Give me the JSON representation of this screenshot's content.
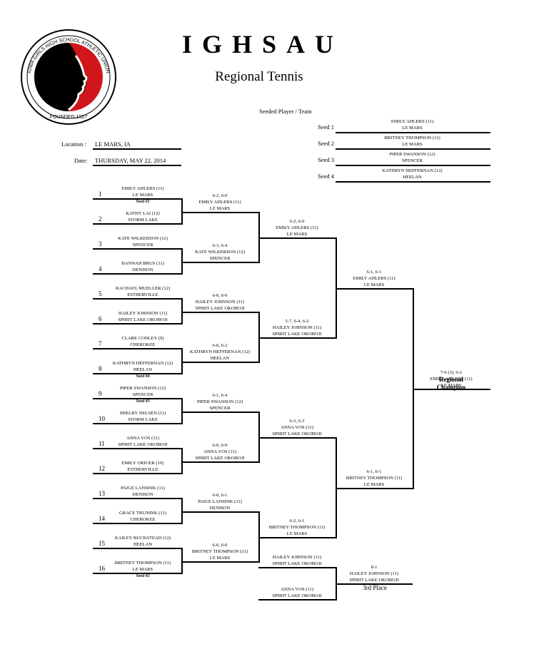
{
  "header": {
    "title": "IGHSAU",
    "subtitle": "Regional Tennis",
    "logo": {
      "ring_text": "IOWA GIRLS HIGH SCHOOL ATHLETIC UNION",
      "founded": "FOUNDED 1927"
    },
    "seeded_label": "Seeded Player / Team"
  },
  "info": {
    "location_label": "Location :",
    "location": "LE MARS, IA",
    "date_label": "Date:",
    "date": "THURSDAY, MAY 22, 2014"
  },
  "seeds": [
    {
      "label": "Seed 1",
      "name": "EMILY AHLERS (11)",
      "team": "LE MARS"
    },
    {
      "label": "Seed 2",
      "name": "BRITNEY THOMPSON (11)",
      "team": "LE MARS"
    },
    {
      "label": "Seed 3",
      "name": "PIPER SWANSON (12)",
      "team": "SPENCER"
    },
    {
      "label": "Seed 4",
      "name": "KATHRYN HEFFERNAN (12)",
      "team": "HEELAN"
    }
  ],
  "round1": [
    {
      "num": "1",
      "name": "EMILY AHLERS (11)",
      "team": "LE MARS",
      "seed": "Seed #1"
    },
    {
      "num": "2",
      "name": "KATHY LAI (12)",
      "team": "STORM LAKE"
    },
    {
      "num": "3",
      "name": "KATE WILKERSON (12)",
      "team": "SPENCER"
    },
    {
      "num": "4",
      "name": "HANNAH BRUS (11)",
      "team": "DENISON"
    },
    {
      "num": "5",
      "name": "RACHAEL MUELLER (12)",
      "team": "ESTHERVILLE"
    },
    {
      "num": "6",
      "name": "HAILEY JOHNSON (11)",
      "team": "SPIRIT LAKE OKOBOJI"
    },
    {
      "num": "7",
      "name": "CLARE CONLEY (9)",
      "team": "CHEROKEE"
    },
    {
      "num": "8",
      "name": "KATHRYN HEFFERNAN (12)",
      "team": "HEELAN",
      "seed": "Seed #4"
    },
    {
      "num": "9",
      "name": "PIPER SWANSON (12)",
      "team": "SPENCER",
      "seed": "Seed #3"
    },
    {
      "num": "10",
      "name": "SHELBY NELSEN (11)",
      "team": "STORM LAKE"
    },
    {
      "num": "11",
      "name": "ANNA VOS (11)",
      "team": "SPIRIT LAKE OKOBOJI"
    },
    {
      "num": "12",
      "name": "EMILY ORIGER (10)",
      "team": "ESTHERVILLE"
    },
    {
      "num": "13",
      "name": "PAIGE LANSINK (11)",
      "team": "DENISON"
    },
    {
      "num": "14",
      "name": "GRACE TRUNINK (11)",
      "team": "CHEROKEE"
    },
    {
      "num": "15",
      "name": "KAILEY BUCKSTEAD (12)",
      "team": "HEELAN"
    },
    {
      "num": "16",
      "name": "BRITNEY THOMPSON (11)",
      "team": "LE MARS",
      "seed": "Seed #2"
    }
  ],
  "round2": [
    {
      "score": "6-2, 6-0",
      "name": "EMILY AHLERS (11)",
      "team": "LE MARS"
    },
    {
      "score": "6-3, 6-4",
      "name": "KATE WILKERSON (12)",
      "team": "SPENCER"
    },
    {
      "score": "6-0, 6-0",
      "name": "HAILEY JOHNSON (11)",
      "team": "SPIRIT LAKE OKOBOJI"
    },
    {
      "score": "6-0, 6-2",
      "name": "KATHRYN HEFFERNAN (12)",
      "team": "HEELAN"
    },
    {
      "score": "6-1, 6-4",
      "name": "PIPER SWANSON (12)",
      "team": "SPENCER"
    },
    {
      "score": "6-0, 6-0",
      "name": "ANNA VOS (11)",
      "team": "SPIRIT LAKE OKOBOJI"
    },
    {
      "score": "6-0, 6-1",
      "name": "PAIGE LANSINK (11)",
      "team": "DENISON"
    },
    {
      "score": "6-0, 6-0",
      "name": "BRITNEY THOMPSON (11)",
      "team": "LE MARS"
    }
  ],
  "round3": [
    {
      "score": "6-2, 6-0",
      "name": "EMILY AHLERS (11)",
      "team": "LE MARS"
    },
    {
      "score": "5-7, 6-4, 6-2",
      "name": "HAILEY JOHNSON (11)",
      "team": "SPIRIT LAKE OKOBOJI"
    },
    {
      "score": "6-3, 6-3",
      "name": "ANNA VOS (11)",
      "team": "SPIRIT LAKE OKOBOJI"
    },
    {
      "score": "6-2, 6-1",
      "name": "BRITNEY THOMPSON (11)",
      "team": "LE MARS"
    }
  ],
  "round4": [
    {
      "score": "6-1, 6-1",
      "name": "EMILY AHLERS (11)",
      "team": "LE MARS"
    },
    {
      "score": "6-1, 6-1",
      "name": "BRITNEY THOMPSON (11)",
      "team": "LE MARS"
    }
  ],
  "champion": {
    "score": "7-6 (3), 6-2",
    "name": "EMILY AHLERS (11)",
    "team": "LE MARS",
    "label_line1": "Regional",
    "label_line2": "Champion"
  },
  "third_place": {
    "a": {
      "name": "HAILEY JOHNSON (11)",
      "team": "SPIRIT LAKE OKOBOJI"
    },
    "b": {
      "name": "ANNA VOS (11)",
      "team": "SPIRIT LAKE OKOBOJI"
    },
    "result": {
      "score": "8-1",
      "name": "HAILEY JOHNSON (11)",
      "team": "SPIRIT LAKE OKOBOJI"
    },
    "label": "3rd Place"
  }
}
